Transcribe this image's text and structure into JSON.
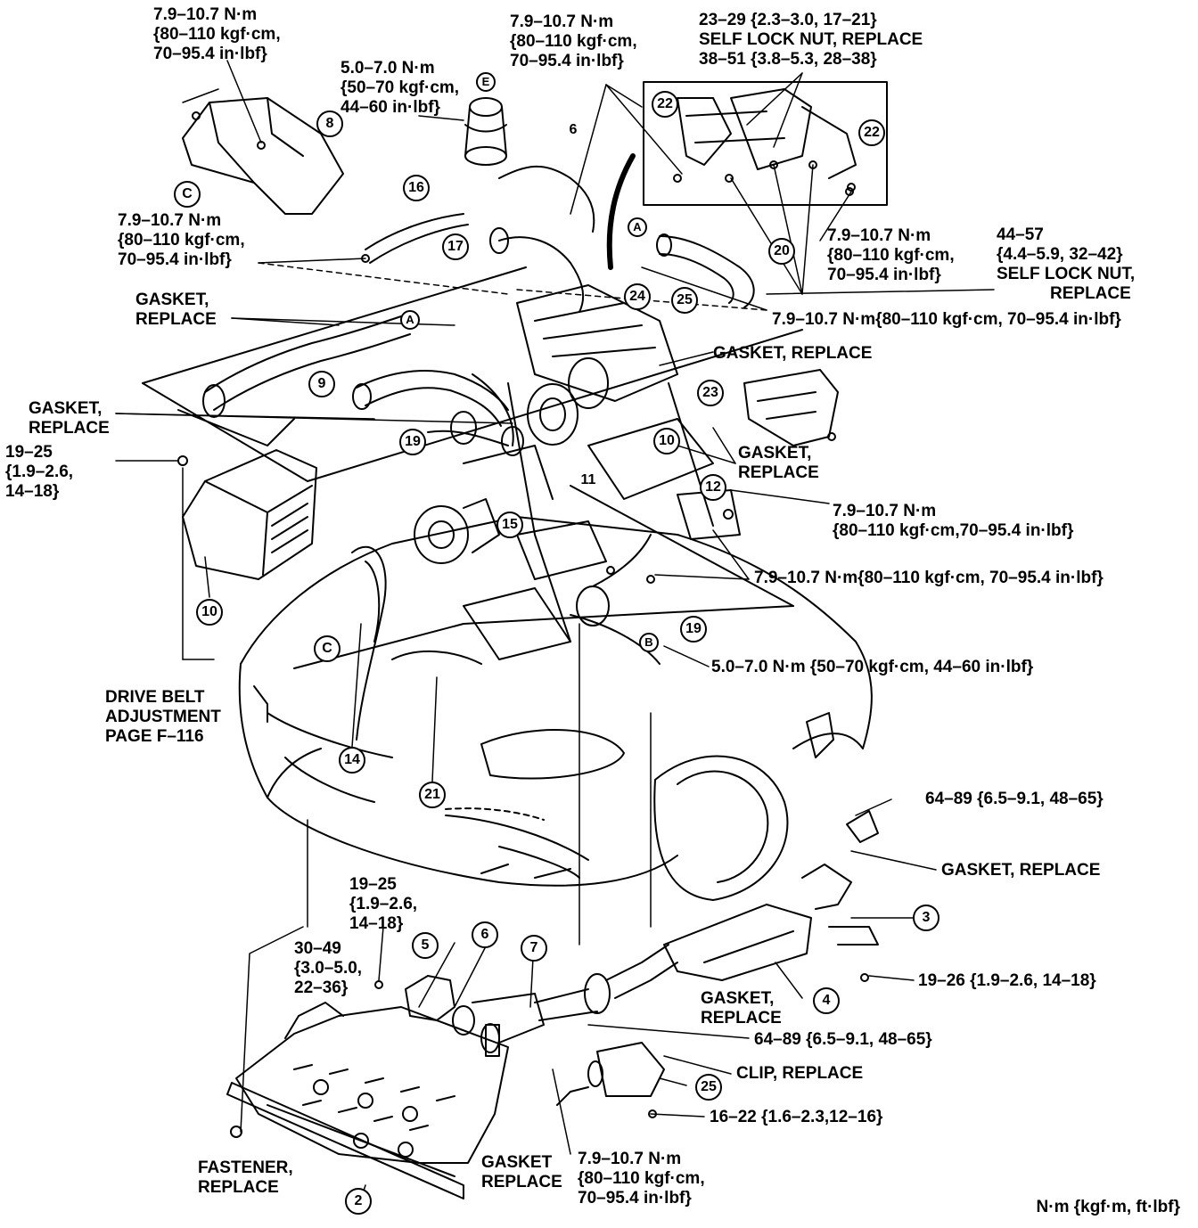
{
  "labels": {
    "t1": [
      "7.9–10.7 N·m",
      "{80–110 kgf·cm,",
      "70–95.4 in·lbf}"
    ],
    "t2": [
      "5.0–7.0 N·m",
      "{50–70 kgf·cm,",
      "44–60 in·lbf}"
    ],
    "t3": [
      "7.9–10.7 N·m",
      "{80–110 kgf·cm,",
      "70–95.4 in·lbf}"
    ],
    "t4": [
      "23–29 {2.3–3.0, 17–21}",
      "SELF LOCK NUT, REPLACE",
      "38–51 {3.8–5.3, 28–38}"
    ],
    "t5": [
      "7.9–10.7 N·m",
      "{80–110 kgf·cm,",
      "70–95.4 in·lbf}"
    ],
    "t6": [
      "7.9–10.7 N·m",
      "{80–110 kgf·cm,",
      "70–95.4 in·lbf}"
    ],
    "t7": [
      "44–57",
      "{4.4–5.9, 32–42}",
      "SELF LOCK NUT,",
      "REPLACE"
    ],
    "t8": [
      "7.9–10.7 N·m{80–110 kgf·cm, 70–95.4 in·lbf}"
    ],
    "t9": [
      "GASKET,",
      "REPLACE"
    ],
    "t10": [
      "GASKET, REPLACE"
    ],
    "t11": [
      "GASKET,",
      "REPLACE"
    ],
    "t12": [
      "19–25",
      "{1.9–2.6,",
      "14–18}"
    ],
    "t13": [
      "GASKET,",
      "REPLACE"
    ],
    "t14": [
      "7.9–10.7 N·m",
      "{80–110 kgf·cm,70–95.4 in·lbf}"
    ],
    "t15": [
      "7.9–10.7 N·m{80–110 kgf·cm, 70–95.4 in·lbf}"
    ],
    "t16": [
      "5.0–7.0 N·m {50–70 kgf·cm,   44–60 in·lbf}"
    ],
    "t17": [
      "DRIVE BELT",
      "ADJUSTMENT",
      "PAGE F–116"
    ],
    "t18": [
      "64–89 {6.5–9.1, 48–65}"
    ],
    "t19": [
      "GASKET, REPLACE"
    ],
    "t20": [
      "19–25",
      "{1.9–2.6,",
      "14–18}"
    ],
    "t21": [
      "30–49",
      "{3.0–5.0,",
      "22–36}"
    ],
    "t22": [
      "19–26 {1.9–2.6, 14–18}"
    ],
    "t23": [
      "GASKET,",
      "REPLACE"
    ],
    "t24": [
      "64–89 {6.5–9.1, 48–65}"
    ],
    "t25": [
      "CLIP, REPLACE"
    ],
    "t26": [
      "16–22 {1.6–2.3,12–16}"
    ],
    "t27": [
      "FASTENER,",
      "REPLACE"
    ],
    "t28": [
      "GASKET",
      "REPLACE"
    ],
    "t29": [
      "7.9–10.7 N·m",
      "{80–110 kgf·cm,",
      "70–95.4 in·lbf}"
    ]
  },
  "callouts": {
    "c8": "8",
    "cE": "E",
    "cC": "C",
    "c16": "16",
    "c6a": "6",
    "c17": "17",
    "cA1": "A",
    "c9": "9",
    "c19a": "19",
    "c22a": "22",
    "c22b": "22",
    "cA2": "A",
    "c20": "20",
    "c24": "24",
    "c25a": "25",
    "c23": "23",
    "c10a": "10",
    "c12": "12",
    "c11": "11",
    "c15": "15",
    "c10b": "10",
    "cC2": "C",
    "cB": "B",
    "c19b": "19",
    "c14": "14",
    "c21": "21",
    "c3": "3",
    "c4": "4",
    "c5": "5",
    "c6b": "6",
    "c7": "7",
    "c25b": "25",
    "c2": "2"
  },
  "units": "N·m  {kgf·m,  ft·lbf}"
}
